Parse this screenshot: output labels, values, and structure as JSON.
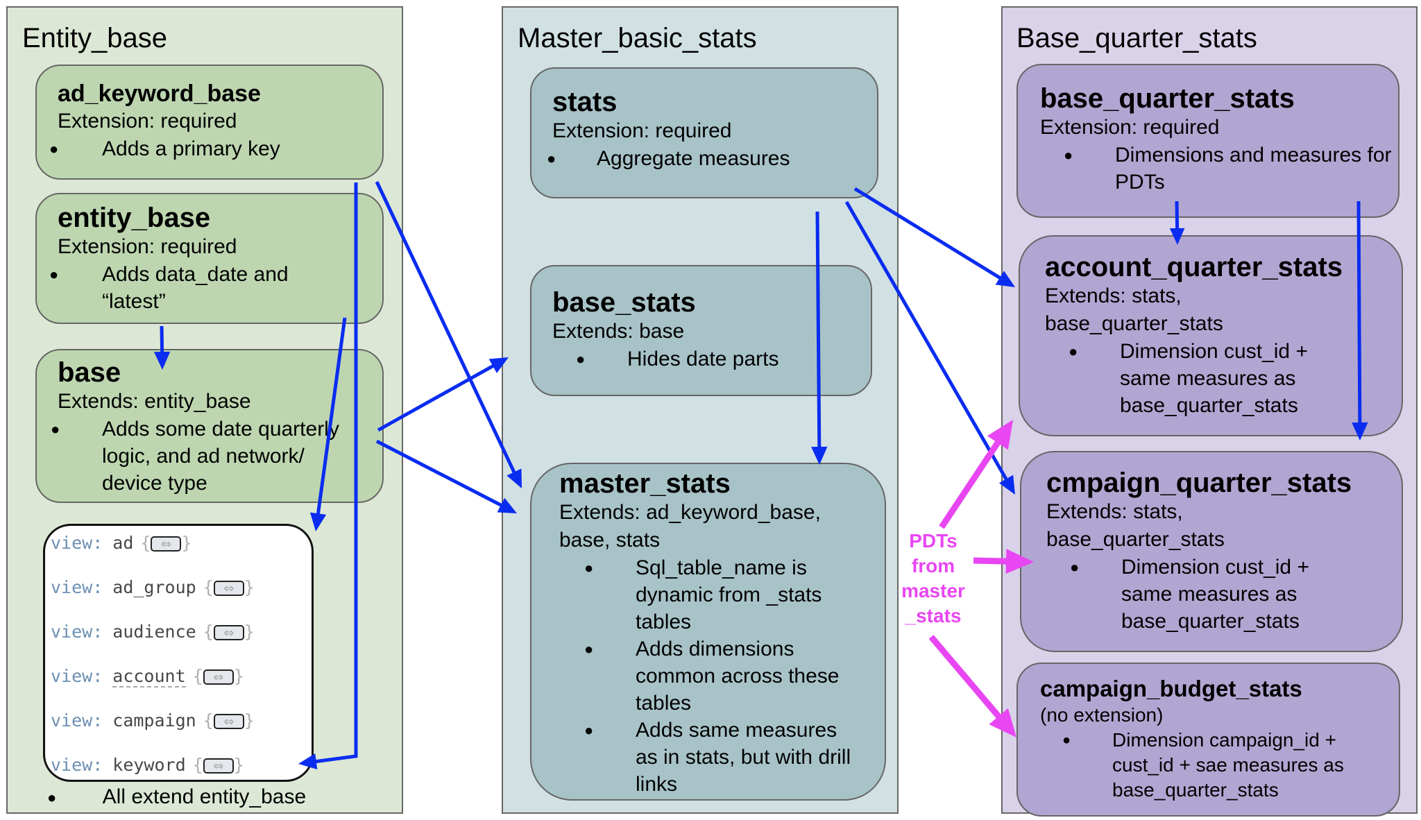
{
  "colors": {
    "arrow_blue": "#0a2cf0",
    "arrow_magenta": "#e846f2",
    "entity_panel": "#dce8d5",
    "entity_box": "#bdd6b0",
    "master_panel": "#d1e0e3",
    "master_box": "#a8c3c8",
    "quarter_panel": "#d9d2e9",
    "quarter_box": "#b1a6d2"
  },
  "panels": {
    "entity": {
      "title": "Entity_base",
      "boxes": {
        "ad_keyword_base": {
          "title": "ad_keyword_base",
          "subtitle": "Extension: required",
          "bullets": [
            "Adds a primary key"
          ]
        },
        "entity_base": {
          "title": "entity_base",
          "subtitle": "Extension: required",
          "bullets": [
            "Adds data_date and “latest”"
          ]
        },
        "base": {
          "title": "base",
          "subtitle": "Extends: entity_base",
          "bullets": [
            "Adds some date quarterly logic, and ad network/ device type"
          ]
        }
      },
      "views": [
        {
          "keyword": "view:",
          "name": "ad",
          "toggle_icon": "expand-collapse-icon"
        },
        {
          "keyword": "view:",
          "name": "ad_group",
          "toggle_icon": "expand-collapse-icon"
        },
        {
          "keyword": "view:",
          "name": "audience",
          "toggle_icon": "expand-collapse-icon"
        },
        {
          "keyword": "view:",
          "name": "account",
          "toggle_icon": "expand-collapse-icon"
        },
        {
          "keyword": "view:",
          "name": "campaign",
          "toggle_icon": "expand-collapse-icon"
        },
        {
          "keyword": "view:",
          "name": "keyword",
          "toggle_icon": "expand-collapse-icon"
        }
      ],
      "brace_open": "{",
      "brace_close": "}",
      "toggle_glyph": "⇔",
      "footnote": "All extend entity_base"
    },
    "master": {
      "title": "Master_basic_stats",
      "boxes": {
        "stats": {
          "title": "stats",
          "subtitle": "Extension: required",
          "bullets": [
            "Aggregate measures"
          ]
        },
        "base_stats": {
          "title": "base_stats",
          "subtitle": "Extends: base",
          "bullets": [
            "Hides date parts"
          ]
        },
        "master_stats": {
          "title": "master_stats",
          "subtitle": "Extends: ad_keyword_base, base, stats",
          "bullets": [
            "Sql_table_name is dynamic from _stats tables",
            "Adds dimensions common across these tables",
            "Adds same measures as in stats, but with drill links"
          ]
        }
      }
    },
    "quarter": {
      "title": "Base_quarter_stats",
      "boxes": {
        "base_quarter_stats": {
          "title": "base_quarter_stats",
          "subtitle": "Extension: required",
          "bullets": [
            "Dimensions and measures for PDTs"
          ]
        },
        "account_quarter_stats": {
          "title": "account_quarter_stats",
          "subtitle": "Extends: stats, base_quarter_stats",
          "bullets": [
            "Dimension cust_id + same measures as base_quarter_stats"
          ]
        },
        "cmpaign_quarter_stats": {
          "title": "cmpaign_quarter_stats",
          "subtitle": "Extends: stats, base_quarter_stats",
          "bullets": [
            "Dimension cust_id + same measures as base_quarter_stats"
          ]
        },
        "campaign_budget_stats": {
          "title": "campaign_budget_stats",
          "subtitle": "(no extension)",
          "bullets": [
            "Dimension campaign_id + cust_id + sae measures as base_quarter_stats"
          ]
        }
      }
    }
  },
  "pdt_label": "PDTs from master _stats",
  "bullet_glyph": "●",
  "edges": [
    {
      "from": "entity_base",
      "to": "base",
      "color": "blue"
    },
    {
      "from": "entity_base",
      "to": "views",
      "color": "blue"
    },
    {
      "from": "ad_keyword_base",
      "to": "view:keyword",
      "color": "blue"
    },
    {
      "from": "ad_keyword_base",
      "to": "master_stats",
      "color": "blue"
    },
    {
      "from": "base",
      "to": "base_stats",
      "color": "blue"
    },
    {
      "from": "base",
      "to": "master_stats",
      "color": "blue"
    },
    {
      "from": "stats",
      "to": "master_stats",
      "color": "blue"
    },
    {
      "from": "stats",
      "to": "account_quarter_stats",
      "color": "blue"
    },
    {
      "from": "stats",
      "to": "cmpaign_quarter_stats",
      "color": "blue"
    },
    {
      "from": "base_quarter_stats",
      "to": "account_quarter_stats",
      "color": "blue"
    },
    {
      "from": "base_quarter_stats",
      "to": "cmpaign_quarter_stats",
      "color": "blue"
    },
    {
      "from": "pdt_label",
      "to": "account_quarter_stats",
      "color": "magenta"
    },
    {
      "from": "pdt_label",
      "to": "cmpaign_quarter_stats",
      "color": "magenta"
    },
    {
      "from": "pdt_label",
      "to": "campaign_budget_stats",
      "color": "magenta"
    }
  ]
}
